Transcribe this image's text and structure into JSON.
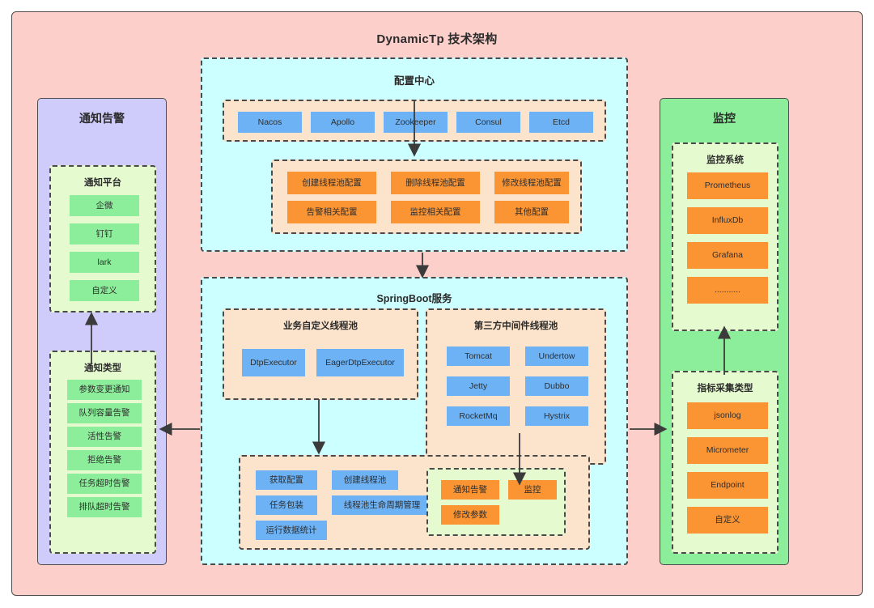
{
  "diagram": {
    "title": "DynamicTp 技术架构"
  },
  "notify_panel": {
    "title": "通知告警",
    "platform": {
      "title": "通知平台",
      "items": [
        "企微",
        "钉钉",
        "lark",
        "自定义"
      ]
    },
    "types": {
      "title": "通知类型",
      "items": [
        "参数变更通知",
        "队列容量告警",
        "活性告警",
        "拒绝告警",
        "任务超时告警",
        "排队超时告警"
      ]
    }
  },
  "config_center": {
    "title": "配置中心",
    "sources": [
      "Nacos",
      "Apollo",
      "Zookeeper",
      "Consul",
      "Etcd"
    ],
    "operations": [
      "创建线程池配置",
      "删除线程池配置",
      "修改线程池配置",
      "告警相关配置",
      "监控相关配置",
      "其他配置"
    ]
  },
  "springboot": {
    "title": "SpringBoot服务",
    "business_pool": {
      "title": "业务自定义线程池",
      "items": [
        "DtpExecutor",
        "EagerDtpExecutor"
      ]
    },
    "middleware_pool": {
      "title": "第三方中间件线程池",
      "items": [
        "Tomcat",
        "Undertow",
        "Jetty",
        "Dubbo",
        "RocketMq",
        "Hystrix"
      ]
    },
    "capabilities": [
      "获取配置",
      "创建线程池",
      "任务包装",
      "线程池生命周期管理",
      "运行数据统计"
    ],
    "actions": [
      "通知告警",
      "监控",
      "修改参数"
    ]
  },
  "monitor_panel": {
    "title": "监控",
    "systems": {
      "title": "监控系统",
      "items": [
        "Prometheus",
        "InfluxDb",
        "Grafana",
        "..........."
      ]
    },
    "collect_types": {
      "title": "指标采集类型",
      "items": [
        "jsonlog",
        "Micrometer",
        "Endpoint",
        "自定义"
      ]
    }
  },
  "colors": {
    "canvas": "#fdcfcb",
    "notify": "#cfcbfb",
    "center": "#ccffff",
    "monitor": "#8cee9a",
    "peach": "#fce3cb",
    "mint": "#e5fbcf",
    "blue_chip": "#6cb2f5",
    "orange_chip": "#fb9433",
    "green_chip": "#8cee9a",
    "stroke": "#4a4a4a"
  }
}
